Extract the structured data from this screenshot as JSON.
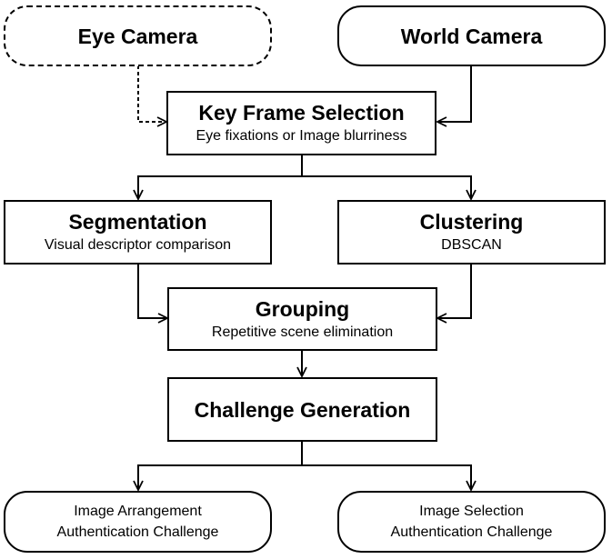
{
  "nodes": {
    "eye_camera": {
      "title": "Eye Camera"
    },
    "world_camera": {
      "title": "World Camera"
    },
    "key_frame": {
      "title": "Key Frame Selection",
      "sub": "Eye fixations or Image blurriness"
    },
    "segmentation": {
      "title": "Segmentation",
      "sub": "Visual descriptor comparison"
    },
    "clustering": {
      "title": "Clustering",
      "sub": "DBSCAN"
    },
    "grouping": {
      "title": "Grouping",
      "sub": "Repetitive scene elimination"
    },
    "challenge_generation": {
      "title": "Challenge Generation"
    },
    "image_arrangement": {
      "line1": "Image Arrangement",
      "line2": "Authentication Challenge"
    },
    "image_selection": {
      "line1": "Image Selection",
      "line2": "Authentication Challenge"
    }
  },
  "edges": [
    {
      "from": "Eye Camera",
      "to": "Key Frame Selection",
      "style": "dashed"
    },
    {
      "from": "World Camera",
      "to": "Key Frame Selection",
      "style": "solid"
    },
    {
      "from": "Key Frame Selection",
      "to": "Segmentation",
      "style": "solid"
    },
    {
      "from": "Key Frame Selection",
      "to": "Clustering",
      "style": "solid"
    },
    {
      "from": "Segmentation",
      "to": "Grouping",
      "style": "solid"
    },
    {
      "from": "Clustering",
      "to": "Grouping",
      "style": "solid"
    },
    {
      "from": "Grouping",
      "to": "Challenge Generation",
      "style": "solid"
    },
    {
      "from": "Challenge Generation",
      "to": "Image Arrangement Authentication Challenge",
      "style": "solid"
    },
    {
      "from": "Challenge Generation",
      "to": "Image Selection Authentication Challenge",
      "style": "solid"
    }
  ],
  "colors": {
    "stroke": "#000000",
    "fill": "#ffffff"
  }
}
